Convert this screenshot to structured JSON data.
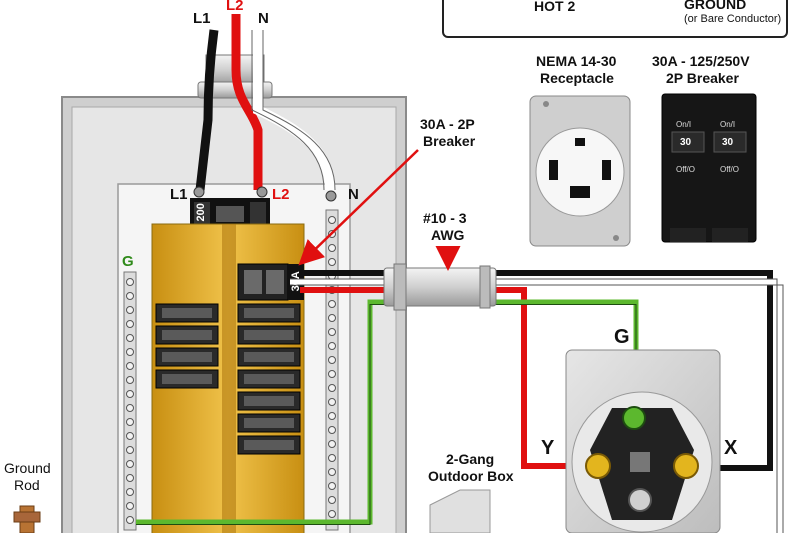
{
  "legend": {
    "hot2_label": "HOT 2",
    "ground_label": "GROUND",
    "ground_note": "(or Bare Conductor)"
  },
  "service_wires": {
    "l1_top": "L1",
    "l2_top": "L2",
    "n_top": "N"
  },
  "panel": {
    "main_breaker_rating": "200",
    "l1_lug": "L1",
    "l2_lug": "L2",
    "n_bar": "N",
    "ground_bar": "G",
    "branch_breaker_rating": "30A"
  },
  "callouts": {
    "breaker_callout_line1": "30A - 2P",
    "breaker_callout_line2": "Breaker",
    "cable_callout_line1": "#10 - 3",
    "cable_callout_line2": "AWG",
    "ground_rod_line1": "Ground",
    "ground_rod_line2": "Rod",
    "box_line1": "2-Gang",
    "box_line2": "Outdoor Box"
  },
  "receptacle_photo": {
    "title_line1": "NEMA 14-30",
    "title_line2": "Receptacle"
  },
  "breaker_photo": {
    "title_line1": "30A - 125/250V",
    "title_line2": "2P Breaker",
    "handle_on": "On/I",
    "handle_off": "Off/O",
    "rating": "30"
  },
  "terminals": {
    "g": "G",
    "y": "Y",
    "x": "X"
  },
  "colors": {
    "hot1": "#111111",
    "hot2": "#e01010",
    "neutral": "#ffffff",
    "ground": "#5cb82e",
    "bus": "#d9a520",
    "panel": "#d8d8d8",
    "callout": "#e01010"
  }
}
